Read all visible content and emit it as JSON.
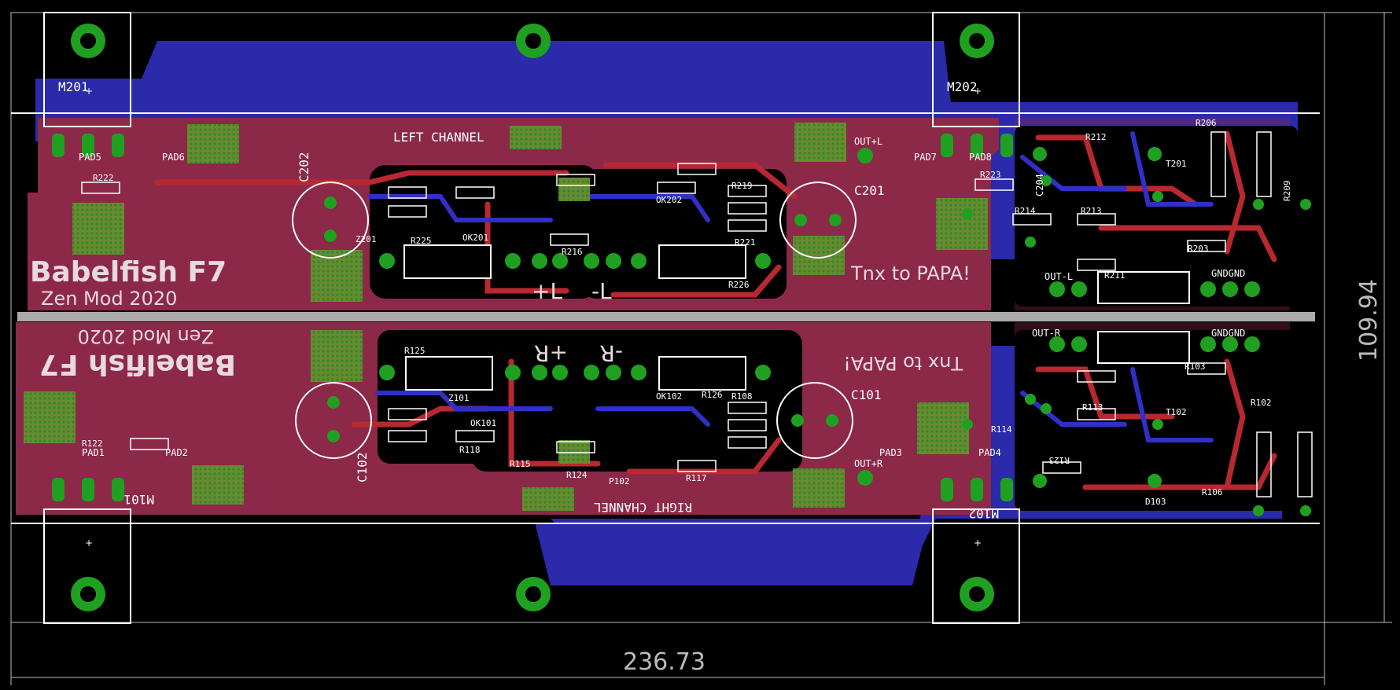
{
  "board": {
    "title": "Babelfish F7",
    "subtitle": "Zen Mod 2020",
    "thanks": "Tnx to PAPA!",
    "left_channel": "LEFT CHANNEL",
    "right_channel": "RIGHT CHANNEL",
    "rail_plus_left": "+L",
    "rail_minus_left": "-L",
    "rail_plus_right": "+R",
    "rail_minus_right": "-R"
  },
  "dimensions": {
    "width_mm": "236.73",
    "height_mm": "109.94"
  },
  "mounts": {
    "m201": "M201",
    "m202": "M202",
    "m101": "M101",
    "m102": "M102"
  },
  "caps": {
    "c202": "C202",
    "c201": "C201",
    "c102": "C102",
    "c101": "C101",
    "c204": "C204"
  },
  "labels": {
    "out_plus_l": "OUT+L",
    "out_minus_l": "OUT-L",
    "out_minus_r": "OUT-R",
    "out_plus_r": "OUT+R",
    "gnd_top": "GNDGND",
    "gnd_bottom": "GNDGND",
    "pad5": "PAD5",
    "pad6": "PAD6",
    "pad7": "PAD7",
    "pad8": "PAD8",
    "pad1": "PAD1",
    "pad2": "PAD2",
    "pad3": "PAD3",
    "pad4": "PAD4",
    "r222": "R222",
    "r223": "R223",
    "r122": "R122",
    "r123": "R123",
    "r125": "R125",
    "r126": "R126",
    "r225": "R225",
    "r226": "R226",
    "r124": "R124",
    "r117": "R117",
    "r118": "R118",
    "r115": "R115",
    "r114": "R114",
    "r113": "R113",
    "r213": "R213",
    "r214": "R214",
    "r212": "R212",
    "r211": "R211",
    "r206": "R206",
    "r106": "R106",
    "r209": "R209",
    "r203": "R203",
    "r103": "R103",
    "r102": "R102",
    "r108": "R108",
    "r219": "R219",
    "r221": "R221",
    "r216": "R216",
    "ok201": "OK201",
    "ok202": "OK202",
    "ok101": "OK101",
    "ok102": "OK102",
    "p102": "P102",
    "t201": "T201",
    "t102": "T102",
    "d103": "D103",
    "z101": "Z101",
    "z201": "Z201"
  },
  "colors": {
    "background": "#000000",
    "top_copper": "#8c2848",
    "top_trace": "#b82830",
    "bottom_copper": "#2828a8",
    "pad": "#20a020",
    "silkscreen": "#ffffff",
    "dimension": "#bbbbbb"
  }
}
